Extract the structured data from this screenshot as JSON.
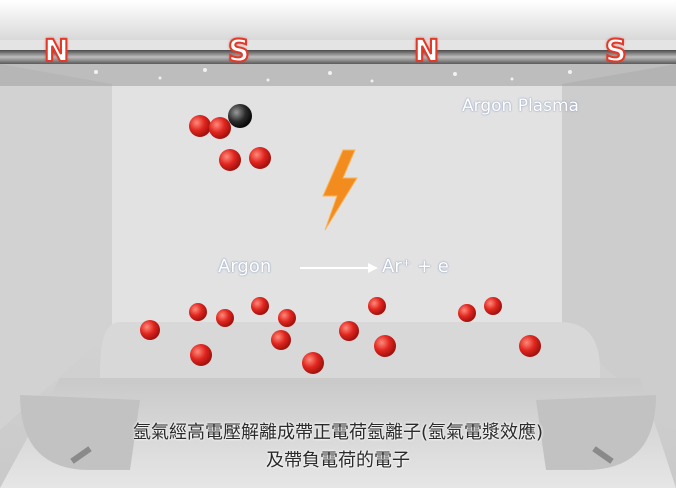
{
  "poles": [
    "N",
    "S",
    "N",
    "S"
  ],
  "plasma_label": "Argon Plasma",
  "equation": {
    "left": "Argon",
    "right": "Ar⁺ + e"
  },
  "caption": {
    "line1": "氬氣經高電壓解離成帶正電荷氬離子(氬氣電漿效應)",
    "line2": "及帶負電荷的電子"
  },
  "colors": {
    "ion": "#e0261f",
    "electron": "#2a2a2a",
    "spark": "#f28c1e",
    "pole_outline": "#e03a2a"
  }
}
